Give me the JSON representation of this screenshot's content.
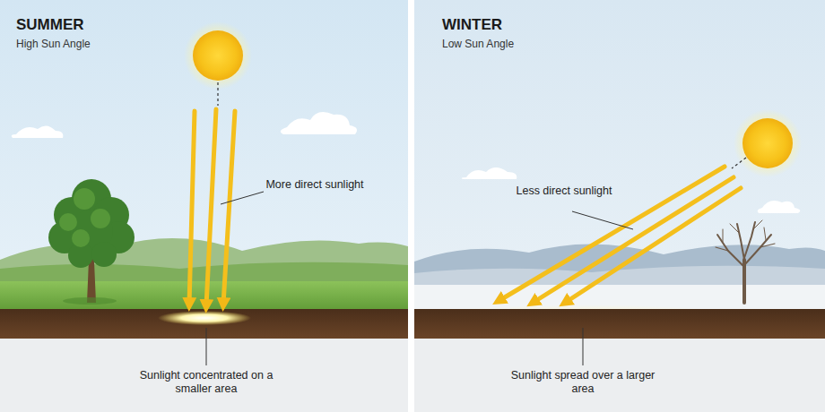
{
  "diagram": {
    "nodes": [
      {
        "text": [
          "SUMMER",
          "High Sun Angle",
          "More direct sunlight",
          "Sunlight concentrated on a smaller area"
        ]
      },
      {
        "text": [
          "WINTER",
          "Low Sun Angle",
          "Less direct sunlight",
          "Sunlight spread over a larger area"
        ]
      }
    ]
  }
}
